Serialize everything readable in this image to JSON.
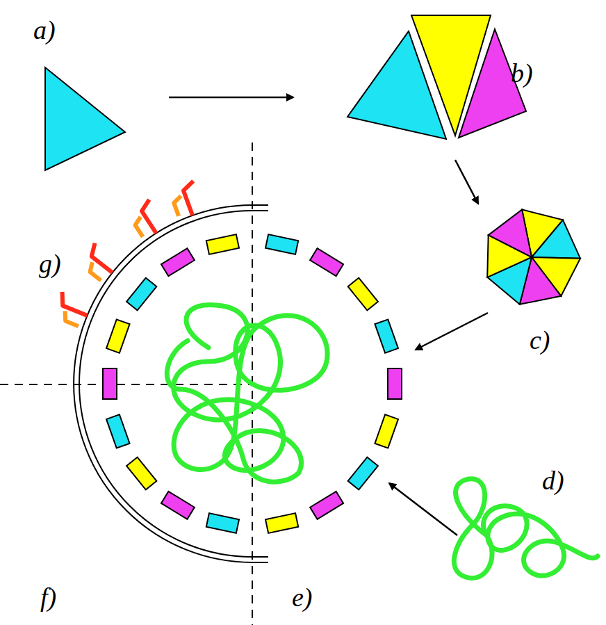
{
  "diagram": {
    "labels": [
      "a)",
      "b)",
      "g)",
      "c)",
      "d)",
      "f)",
      "e)"
    ]
  }
}
